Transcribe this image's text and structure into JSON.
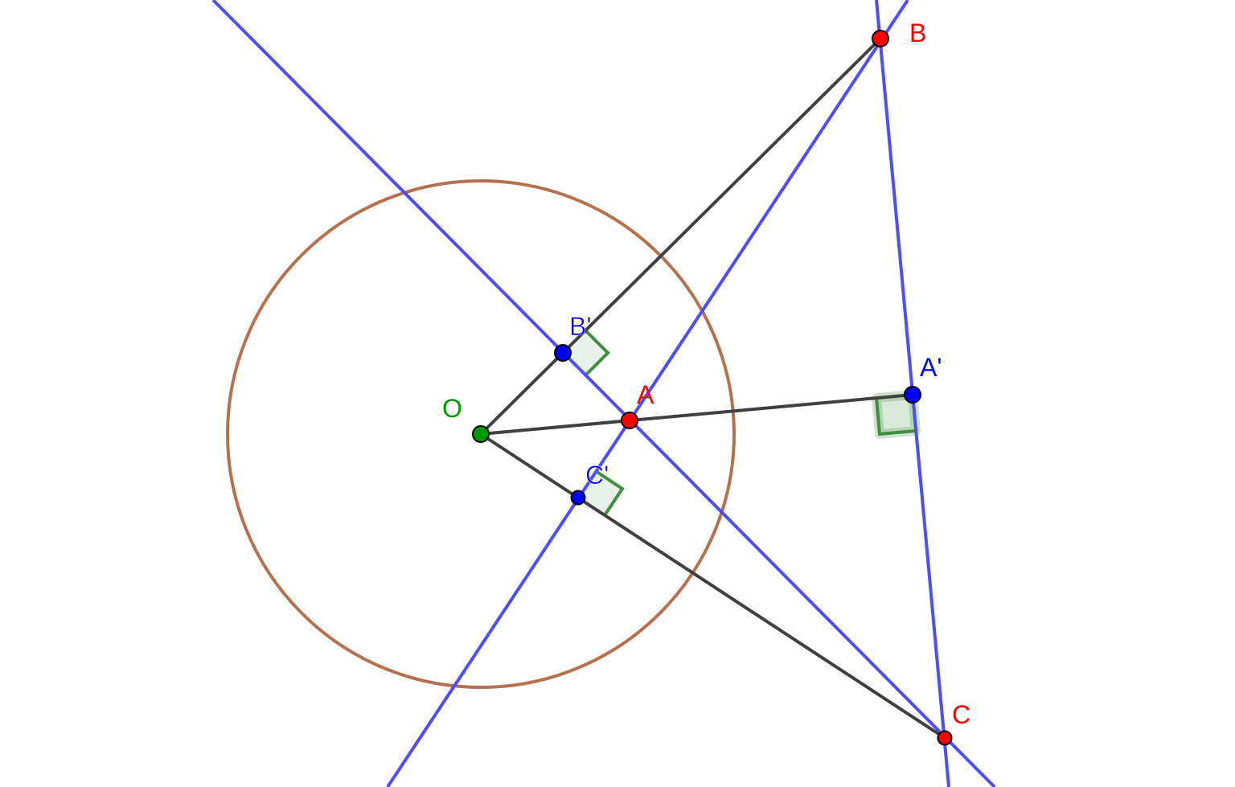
{
  "colors": {
    "line_blue": "#4d4dff",
    "segment_dark": "#404040",
    "circle_brown": "#b5714d",
    "point_red": "#ff0000",
    "point_blue": "#0000ff",
    "point_green": "#009900",
    "right_angle_green": "#3f8f3f"
  },
  "points": {
    "O": "O",
    "A": "A",
    "B": "B",
    "C": "C",
    "A_prime": "A'",
    "B_prime": "B'",
    "C_prime": "C'"
  }
}
